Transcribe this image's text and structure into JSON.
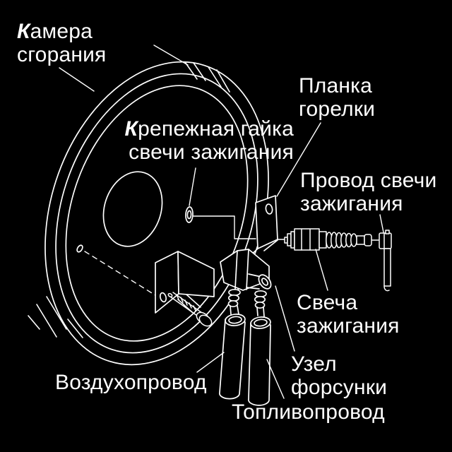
{
  "figure": {
    "type": "exploded-parts-diagram",
    "background_color": "#000000",
    "line_color": "#ffffff",
    "text_color": "#ffffff"
  },
  "labels": {
    "kamera": {
      "lines": [
        "Камера",
        "сгорания"
      ],
      "target": "combustion-chamber-ring"
    },
    "krepezh": {
      "lines": [
        "Крепежная гайка",
        "свечи зажигания"
      ],
      "target": "spark-plug-nut"
    },
    "planka": {
      "lines": [
        "Планка",
        "горелки"
      ],
      "target": "burner-plate"
    },
    "provod": {
      "lines": [
        "Провод свечи",
        "зажигания"
      ],
      "target": "spark-plug-wire"
    },
    "svecha": {
      "lines": [
        "Свеча",
        "зажигания"
      ],
      "target": "spark-plug"
    },
    "uzel": {
      "lines": [
        "Узел",
        "форсунки"
      ],
      "target": "injector-assembly"
    },
    "vozdukh": {
      "lines": [
        "Воздухопровод"
      ],
      "target": "air-tube"
    },
    "toplivo": {
      "lines": [
        "Топливопровод"
      ],
      "target": "fuel-tube"
    }
  },
  "parts": [
    "combustion-chamber-ring",
    "burner-plate",
    "spark-plug-nut",
    "mounting-bracket",
    "mounting-screw",
    "injector-assembly",
    "air-tube",
    "fuel-tube",
    "spark-plug",
    "spark-plug-wire"
  ]
}
